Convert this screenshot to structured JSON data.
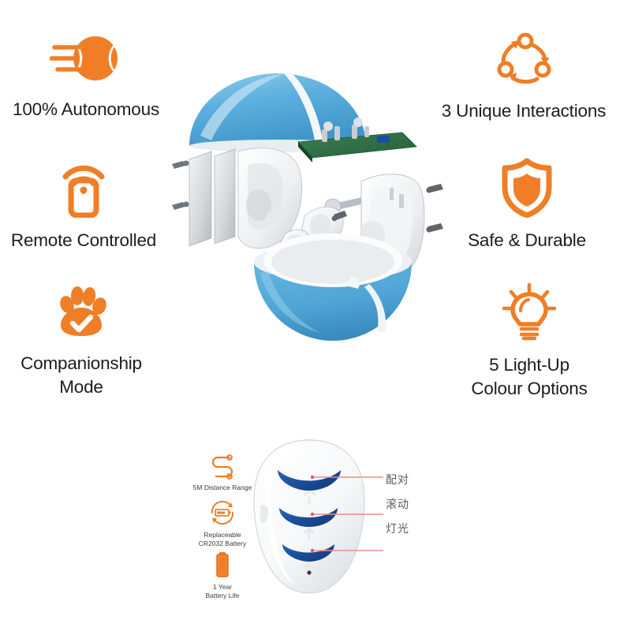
{
  "theme": {
    "accent": "#F07E26",
    "text": "#1c1c1c",
    "background": "#ffffff",
    "ball_blue": "#5CB0DE",
    "button_blue": "#1B4F9C",
    "callout_line": "#E8908C"
  },
  "features": [
    {
      "id": "autonomous",
      "icon": "rolling-ball-icon",
      "label": "100% Autonomous"
    },
    {
      "id": "remote",
      "icon": "remote-signal-icon",
      "label": "Remote Controlled"
    },
    {
      "id": "companion",
      "icon": "paw-check-icon",
      "label": "Companionship\nMode"
    },
    {
      "id": "interact",
      "icon": "cycle-arrows-icon",
      "label": "3 Unique Interactions"
    },
    {
      "id": "safe",
      "icon": "shield-icon",
      "label": "Safe & Durable"
    },
    {
      "id": "light",
      "icon": "light-bulb-icon",
      "label": "5 Light-Up\nColour Options"
    }
  ],
  "product": {
    "name": "exploded-view-pet-ball",
    "parts": [
      "top-blue-dome",
      "inner-gray-housing",
      "green-circuit-board",
      "motor-axle",
      "white-motor-housing",
      "screws",
      "bottom-blue-bowl"
    ]
  },
  "remote_section": {
    "device_name": "pet-ball-remote-control",
    "specs": [
      {
        "id": "range",
        "icon": "zigzag-path-icon",
        "label": "5M Distance Range"
      },
      {
        "id": "battery",
        "icon": "battery-refresh-icon",
        "label": "Replaceable\nCR2032 Battery"
      },
      {
        "id": "life",
        "icon": "battery-full-icon",
        "label": "1 Year\nBattery Life"
      }
    ],
    "buttons": [
      {
        "id": "pair",
        "callout": "配对"
      },
      {
        "id": "roll",
        "callout": "滚动"
      },
      {
        "id": "light",
        "callout": "灯光"
      }
    ]
  }
}
